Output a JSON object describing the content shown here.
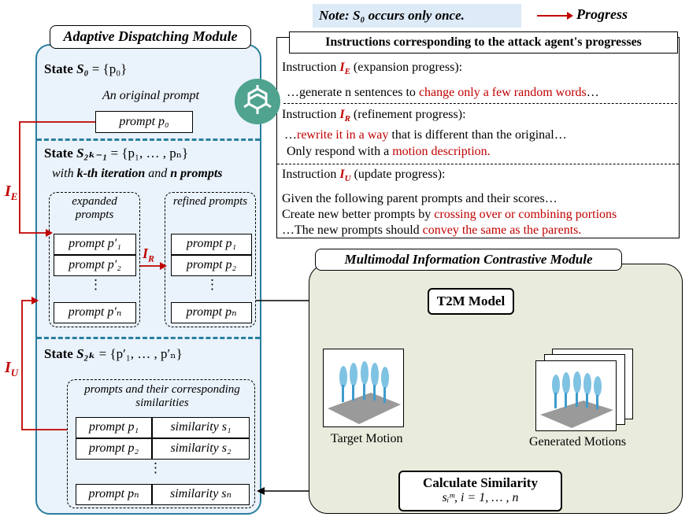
{
  "note": "Note: S₀ occurs only once.",
  "legend_progress": "Progress",
  "adm": {
    "title": "Adaptive Dispatching Module",
    "state0": {
      "label": "State",
      "sym": "S₀",
      "set": "= {p₀}",
      "desc": "An original prompt",
      "prompt": "prompt p₀"
    },
    "state1": {
      "label": "State",
      "sym": "S₂ₖ₋₁",
      "set": "= {p₁, … , pₙ}",
      "desc_a": "with",
      "desc_b": "k-th iteration",
      "desc_c": "and",
      "desc_d": "n prompts",
      "expanded_title": "expanded prompts",
      "refined_title": "refined prompts",
      "expanded": [
        "prompt p′₁",
        "prompt p′₂",
        "⋮",
        "prompt p′ₙ"
      ],
      "refined": [
        "prompt p₁",
        "prompt p₂",
        "⋮",
        "prompt pₙ"
      ]
    },
    "state2": {
      "label": "State",
      "sym": "S₂ₖ",
      "set": "= {p′₁, … , p′ₙ}",
      "box_title": "prompts and their corresponding similarities",
      "rows": [
        {
          "prompt": "prompt p₁",
          "sim": "similarity s₁"
        },
        {
          "prompt": "prompt p₂",
          "sim": "similarity s₂"
        },
        {
          "prompt": "⋮",
          "sim": ""
        },
        {
          "prompt": "prompt pₙ",
          "sim": "similarity sₙ"
        }
      ]
    },
    "arrow_labels": {
      "ie": "I",
      "ie_sub": "E",
      "ir": "I",
      "ir_sub": "R",
      "iu": "I",
      "iu_sub": "U"
    }
  },
  "instructions": {
    "title": "Instructions corresponding to the attack agent's progresses",
    "e": {
      "head_a": "Instruction ",
      "sym": "I",
      "sub": "E",
      "head_b": " (expansion progress):",
      "l1_a": "…generate n sentences to ",
      "l1_red": "change only a few random words",
      "l1_b": "…"
    },
    "r": {
      "head_a": "Instruction ",
      "sym": "I",
      "sub": "R",
      "head_b": " (refinement progress):",
      "l1_a": "…",
      "l1_red": "rewrite it in a way",
      "l1_b": " that is different than the original…",
      "l2_a": "Only respond with a ",
      "l2_red": "motion description."
    },
    "u": {
      "head_a": "Instruction ",
      "sym": "I",
      "sub": "U",
      "head_b": " (update progress):",
      "l1": "Given the following parent prompts and their scores…",
      "l2_a": "Create new better prompts by ",
      "l2_red": "crossing over or combining portions",
      "l3_a": "…The new prompts should ",
      "l3_red": "convey the same as the parents."
    }
  },
  "mic": {
    "title": "Multimodal Information Contrastive Module",
    "t2m": "T2M Model",
    "target": "Target Motion",
    "generated": "Generated Motions",
    "calc": "Calculate Similarity",
    "calc_formula": "sᵢᵐ, i = 1, … , n"
  },
  "colors": {
    "accent_red": "#c00000",
    "border_teal": "#2a7f9e",
    "left_bg": "#eaf2fb",
    "right_bg": "#e9ecdd",
    "note_bg": "#ddeaf7"
  },
  "icons": [
    "openai-logo-icon",
    "motion-figures-image"
  ]
}
